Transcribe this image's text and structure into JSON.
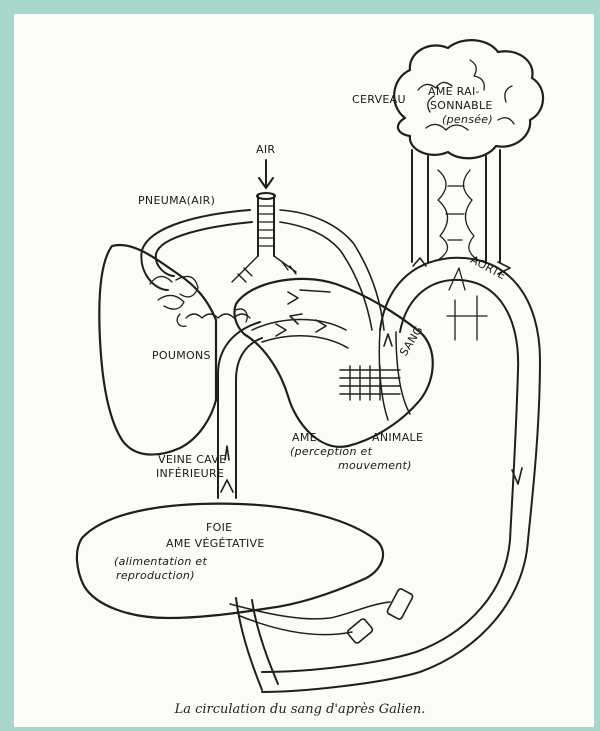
{
  "labels": {
    "cerveau": "CERVEAU",
    "ame_raisonnable_1": "AME RAI-",
    "ame_raisonnable_2": "SONNABLE",
    "pensee": "(pensée)",
    "air": "AIR",
    "pneuma": "PNEUMA(AIR)",
    "aorte": "AORTE",
    "poumons": "POUMONS",
    "sang": "SANG",
    "ame_animale_1": "AME",
    "ame_animale_2": "ANIMALE",
    "perception_1": "(perception et",
    "perception_2": "mouvement)",
    "veine_cave_1": "VEINE CAVE",
    "veine_cave_2": "INFÉRIEURE",
    "foie": "FOIE",
    "ame_vegetative": "AME VÉGÉTATIVE",
    "alimentation_1": "(alimentation et",
    "alimentation_2": "reproduction)"
  },
  "caption": "La circulation du sang d'après Galien."
}
